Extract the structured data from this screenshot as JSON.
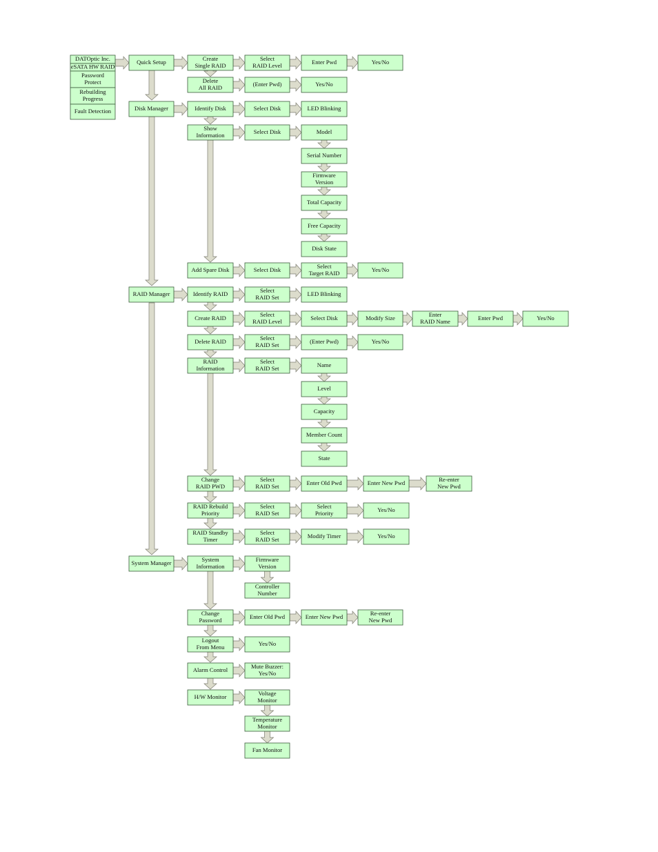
{
  "colors": {
    "box_fill": "#ccffcc",
    "box_stroke": "#3a5a3a",
    "arrow_fill": "#dcdccc",
    "arrow_stroke": "#7c7c70"
  },
  "header_box": {
    "line1": "DATOptic Inc.",
    "line2": "eSATA HW RAID",
    "items": [
      "Password Protect",
      "Rebuilding Progress",
      "Fault Detection"
    ]
  },
  "menus": {
    "quick_setup": {
      "label": "Quick Setup",
      "create_single": {
        "label": "Create Single RAID",
        "steps": [
          "Select RAID Level",
          "Enter Pwd",
          "Yes/No"
        ]
      },
      "delete_all": {
        "label": "Delete All RAID",
        "steps": [
          "(Enter Pwd)",
          "Yes/No"
        ]
      }
    },
    "disk_manager": {
      "label": "Disk Manager",
      "identify_disk": {
        "label": "Identify Disk",
        "steps": [
          "Select Disk",
          "LED Blinking"
        ]
      },
      "show_info": {
        "label": "Show Information",
        "select": "Select Disk",
        "fields": [
          "Model",
          "Serial Number",
          "Firmware Version",
          "Total Capacity",
          "Free Capacity",
          "Disk State"
        ]
      },
      "add_spare": {
        "label": "Add Spare Disk",
        "steps": [
          "Select Disk",
          "Select Target RAID",
          "Yes/No"
        ]
      }
    },
    "raid_manager": {
      "label": "RAID Manager",
      "identify_raid": {
        "label": "Identify RAID",
        "steps": [
          "Select RAID Set",
          "LED Blinking"
        ]
      },
      "create_raid": {
        "label": "Create RAID",
        "steps": [
          "Select RAID Level",
          "Select Disk",
          "Modify Size",
          "Enter RAID Name",
          "Enter Pwd",
          "Yes/No"
        ]
      },
      "delete_raid": {
        "label": "Delete RAID",
        "steps": [
          "Select RAID Set",
          "(Enter Pwd)",
          "Yes/No"
        ]
      },
      "raid_info": {
        "label": "RAID Information",
        "select": "Select RAID Set",
        "fields": [
          "Name",
          "Level",
          "Capacity",
          "Member Count",
          "State"
        ]
      },
      "change_pwd": {
        "label": "Change RAID PWD",
        "steps": [
          "Select RAID Set",
          "Enter Old Pwd",
          "Enter New Pwd",
          "Re-enter New Pwd"
        ]
      },
      "rebuild_priority": {
        "label": "RAID Rebuild Priority",
        "steps": [
          "Select RAID Set",
          "Select Priority",
          "Yes/No"
        ]
      },
      "standby_timer": {
        "label": "RAID Standby Timer",
        "steps": [
          "Select RAID Set",
          "Modify Timer",
          "Yes/No"
        ]
      }
    },
    "system_manager": {
      "label": "System Manager",
      "system_info": {
        "label": "System Information",
        "fields": [
          "Firmware Version",
          "Controller Number"
        ]
      },
      "change_password": {
        "label": "Change Password",
        "steps": [
          "Enter Old Pwd",
          "Enter New Pwd",
          "Re-enter New Pwd"
        ]
      },
      "logout": {
        "label": "Logout From Menu",
        "steps": [
          "Yes/No"
        ]
      },
      "alarm": {
        "label": "Alarm Control",
        "steps": [
          "Mute Buzzer: Yes/No"
        ]
      },
      "hw_monitor": {
        "label": "H/W Monitor",
        "fields": [
          "Voltage Monitor",
          "Temperature Monitor",
          "Fan Monitor"
        ]
      }
    }
  }
}
